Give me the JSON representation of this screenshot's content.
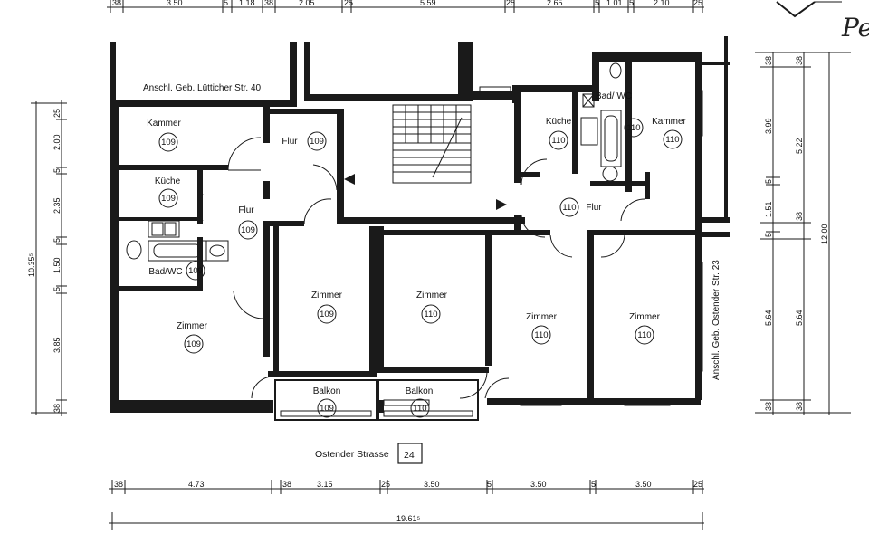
{
  "street": {
    "name": "Ostender Strasse",
    "house_number": "24"
  },
  "neighbours": {
    "top": "Anschl. Geb. Lütticher Str. 40",
    "right": "Anschl. Geb. Ostender Str. 23"
  },
  "signature_fragment": "Pe",
  "rooms": [
    {
      "label": "Kammer",
      "unit": "109"
    },
    {
      "label": "Flur",
      "unit": "109"
    },
    {
      "label": "Küche",
      "unit": "109"
    },
    {
      "label": "Flur",
      "unit": "109"
    },
    {
      "label": "Bad/WC",
      "unit": "109"
    },
    {
      "label": "Zimmer",
      "unit": "109"
    },
    {
      "label": "Zimmer",
      "unit": "109"
    },
    {
      "label": "Zimmer",
      "unit": "110"
    },
    {
      "label": "Zimmer",
      "unit": "110"
    },
    {
      "label": "Zimmer",
      "unit": "110"
    },
    {
      "label": "Küche",
      "unit": "110"
    },
    {
      "label": "Bad/ WC",
      "unit": "110"
    },
    {
      "label": "Kammer",
      "unit": "110"
    },
    {
      "label": "Flur",
      "unit": "110"
    },
    {
      "label": "Balkon",
      "unit": "109"
    },
    {
      "label": "Balkon",
      "unit": "110"
    }
  ],
  "dimensions": {
    "top": [
      "38",
      "3.50",
      "5",
      "1.18",
      "38",
      "2.05",
      "25",
      "5.59",
      "25",
      "2.65",
      "5",
      "1.01",
      "5",
      "2.10",
      "25"
    ],
    "bottom": [
      "38",
      "4.73",
      "38",
      "3.15",
      "25",
      "3.50",
      "5",
      "3.50",
      "5",
      "3.50",
      "25"
    ],
    "bottom_total": "19.61⁵",
    "left_segments": [
      "25",
      "2.00",
      "5",
      "2.35",
      "5",
      "1.50",
      "5",
      "3.85",
      "38"
    ],
    "left_total": "10.35⁵",
    "right_inner": [
      "38",
      "3.99",
      "5",
      "1.51",
      "5",
      "5.64",
      "38"
    ],
    "right_mid": [
      "38",
      "5.22",
      "38",
      "5.64",
      "38"
    ],
    "right_total": "12.00"
  }
}
